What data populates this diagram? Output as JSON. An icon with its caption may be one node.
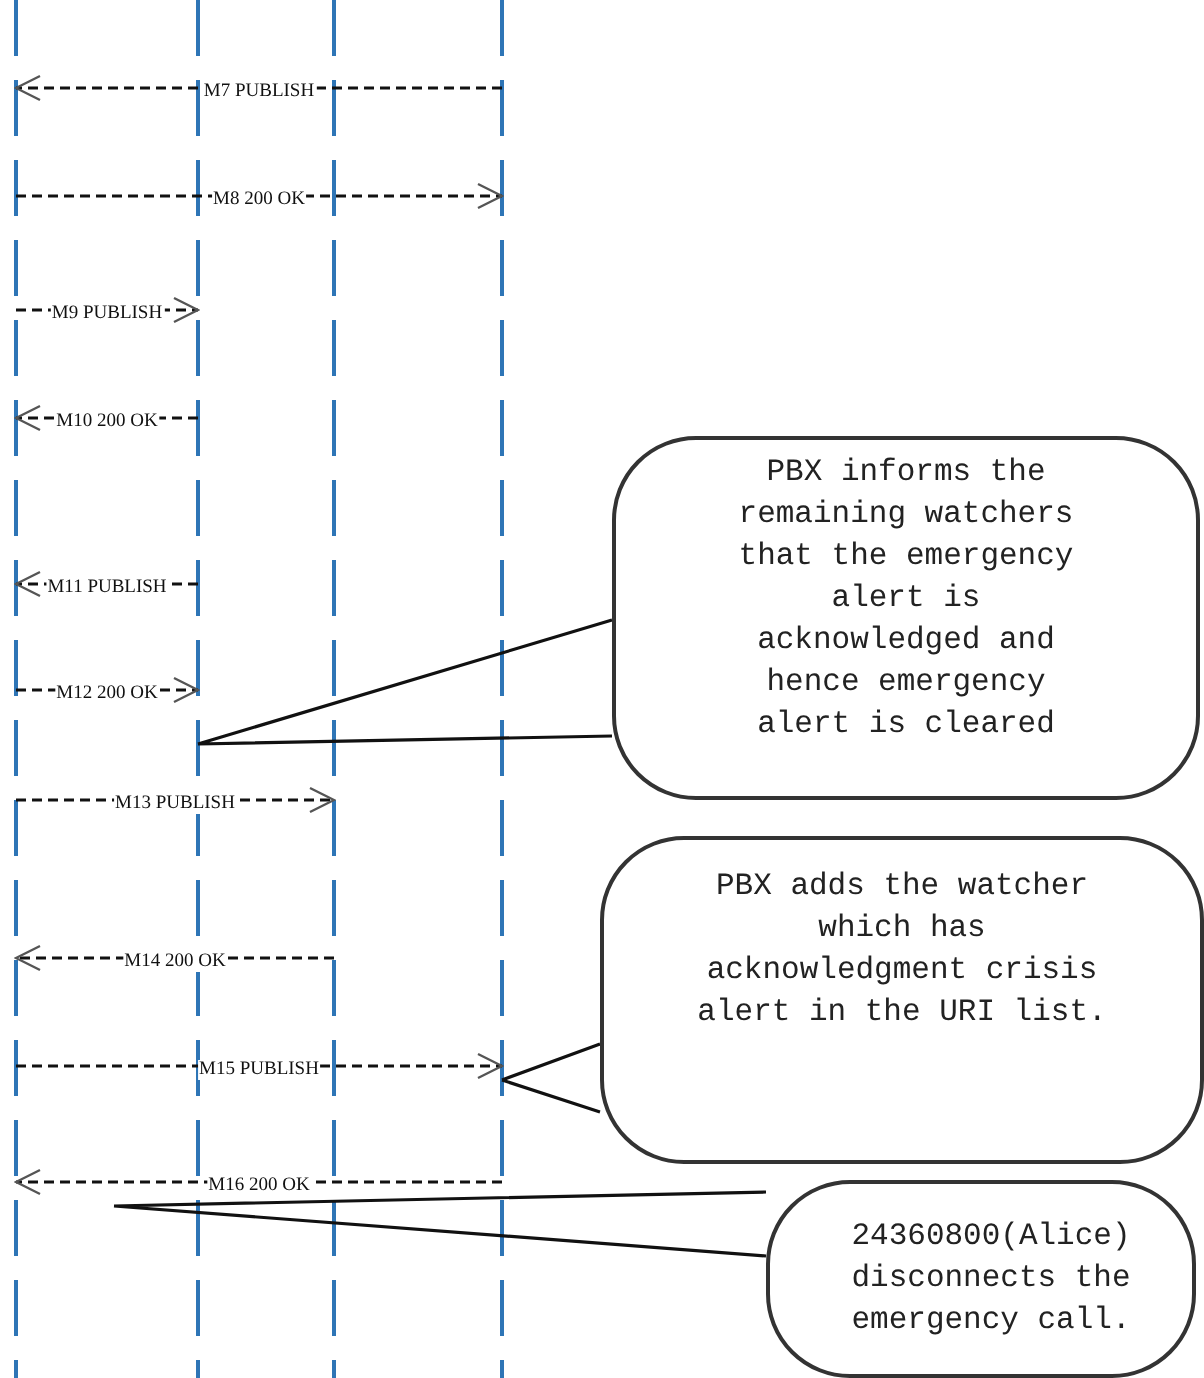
{
  "diagram": {
    "nodes": [
      {
        "text": [],
        "shape": "bar"
      },
      {
        "text": [],
        "shape": "bar"
      },
      {
        "text": [],
        "shape": "bar"
      },
      {
        "text": [],
        "shape": "bar"
      },
      {
        "text": [
          "PBX informs the remaining watchers that the emergency alert is acknowledged and hence emergency alert is cleared"
        ]
      },
      {
        "text": [
          "PBX adds the watcher which has acknowledgment crisis alert in the URI list."
        ]
      },
      {
        "text": [
          "24360800(Alice) disconnects the emergency call."
        ]
      }
    ],
    "edges": [
      {
        "from": 3,
        "to": 0,
        "arrow": "to",
        "label": "M7 PUBLISH",
        "style": "dashed"
      },
      {
        "from": 0,
        "to": 3,
        "arrow": "to",
        "label": "M8 200 OK",
        "style": "dashed"
      },
      {
        "from": 0,
        "to": 1,
        "arrow": "to",
        "label": "M9 PUBLISH",
        "style": "dashed"
      },
      {
        "from": 1,
        "to": 0,
        "arrow": "to",
        "label": "M10 200 OK",
        "style": "dashed"
      },
      {
        "from": 1,
        "to": 0,
        "arrow": "to",
        "label": "M11 PUBLISH",
        "style": "dashed"
      },
      {
        "from": 0,
        "to": 1,
        "arrow": "to",
        "label": "M12 200 OK",
        "style": "dashed"
      },
      {
        "from": 0,
        "to": 2,
        "arrow": "to",
        "label": "M13 PUBLISH",
        "style": "dashed"
      },
      {
        "from": 2,
        "to": 0,
        "arrow": "to",
        "label": "M14 200 OK",
        "style": "dashed"
      },
      {
        "from": 0,
        "to": 3,
        "arrow": "to",
        "label": "M15 PUBLISH",
        "style": "dashed"
      },
      {
        "from": 3,
        "to": 0,
        "arrow": "to",
        "label": "M16 200  OK",
        "style": "dashed"
      },
      {
        "from": 4,
        "to": 1,
        "arrow": "none"
      },
      {
        "from": 5,
        "to": 3,
        "arrow": "none"
      },
      {
        "from": 6,
        "to": null,
        "arrow": "none"
      }
    ]
  }
}
